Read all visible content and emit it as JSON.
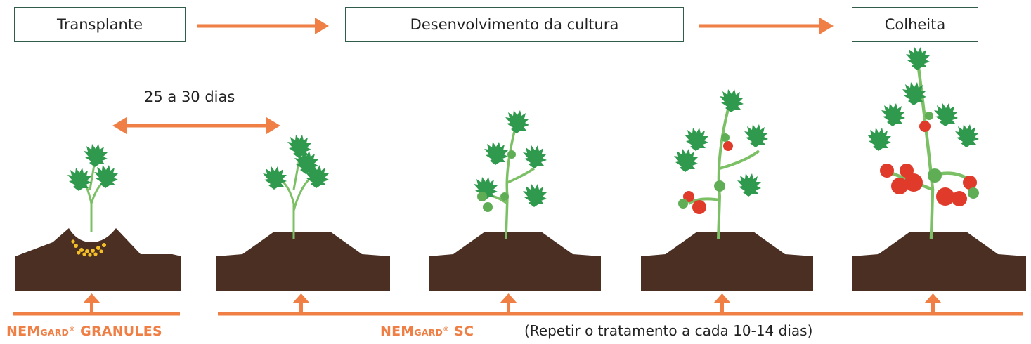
{
  "stages": [
    {
      "label": "Transplante"
    },
    {
      "label": "Desenvolvimento da cultura"
    },
    {
      "label": "Colheita"
    }
  ],
  "interval_label": "25 a 30 dias",
  "products": {
    "granules": {
      "brand_a": "NEM",
      "brand_b": "G",
      "brand_c": "ARD",
      "mark": "®",
      "suffix": "GRANULES"
    },
    "sc": {
      "brand_a": "NEM",
      "brand_b": "G",
      "brand_c": "ARD",
      "mark": "®",
      "suffix": "SC"
    }
  },
  "repeat_note": "(Repetir o tratamento a cada 10-14 dias)",
  "colors": {
    "accent": "#ef7f45",
    "box_border": "#2f5d4a",
    "soil": "#4a2f22",
    "leaf": "#2f9a4e",
    "stem": "#7cc066",
    "tomato_red": "#e03a2a",
    "tomato_green": "#5fae55",
    "granule": "#f5c026"
  },
  "icons": [
    "arrow-right-icon",
    "double-arrow-icon",
    "arrow-up-icon",
    "plant-icon",
    "soil-mound-icon"
  ]
}
